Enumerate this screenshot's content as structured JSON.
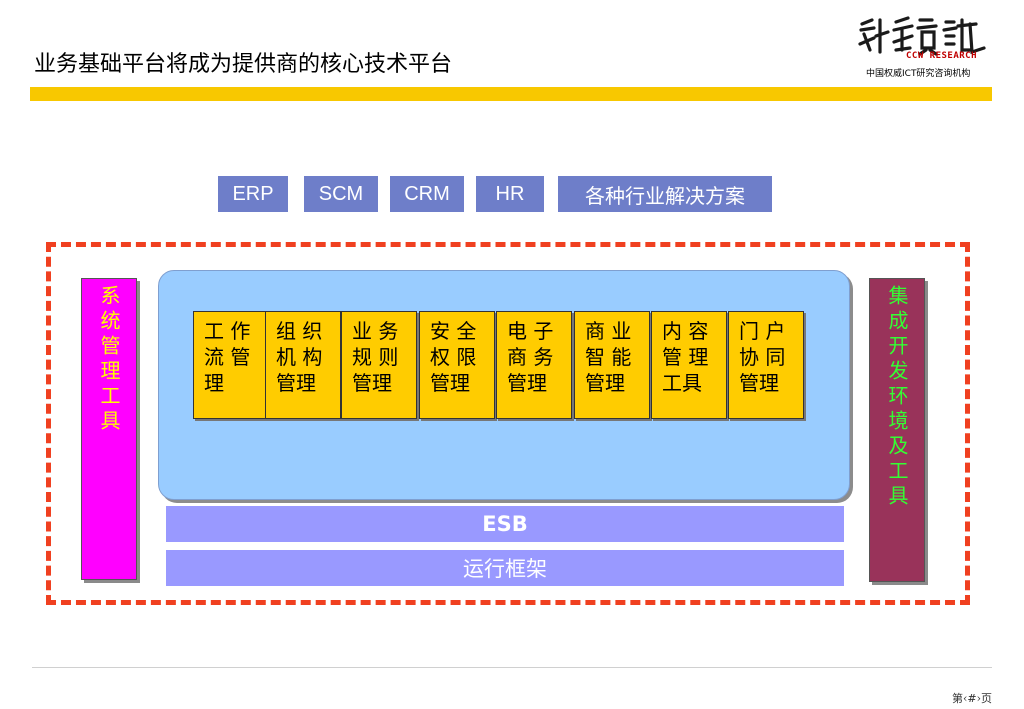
{
  "header": {
    "title": "业务基础平台将成为提供商的核心技术平台",
    "logo_text": "CCW RESEARCH",
    "logo_tagline": "中国权威ICT研究咨询机构"
  },
  "top_modules": [
    "ERP",
    "SCM",
    "CRM",
    "HR",
    "各种行业解决方案"
  ],
  "left_bar": {
    "label": "系统管理工具"
  },
  "right_bar": {
    "label": "集成开发环境及工具"
  },
  "core_modules": [
    {
      "line1": "工 作",
      "line2": "流 管",
      "line3": "理"
    },
    {
      "line1": "组 织",
      "line2": "机 构",
      "line3": "管理"
    },
    {
      "line1": "业 务",
      "line2": "规 则",
      "line3": "管理"
    },
    {
      "line1": "安 全",
      "line2": "权 限",
      "line3": "管理"
    },
    {
      "line1": "电 子",
      "line2": "商 务",
      "line3": "管理"
    },
    {
      "line1": "商 业",
      "line2": "智 能",
      "line3": "管理"
    },
    {
      "line1": "内 容",
      "line2": "管 理",
      "line3": "工具"
    },
    {
      "line1": "门 户",
      "line2": "协 同",
      "line3": "管理"
    }
  ],
  "esb_label": "ESB",
  "runtime_label": "运行框架",
  "footer": {
    "page_number": "第‹#›页"
  },
  "colors": {
    "accent_bar": "#f8c800",
    "module_blue": "#6e7ec9",
    "frame_red": "#f04020",
    "panel_blue": "#99ccff",
    "core_yellow": "#ffcc00",
    "bar_lavender": "#9999ff",
    "left_magenta": "#ff00ff",
    "right_maroon": "#99335a"
  }
}
